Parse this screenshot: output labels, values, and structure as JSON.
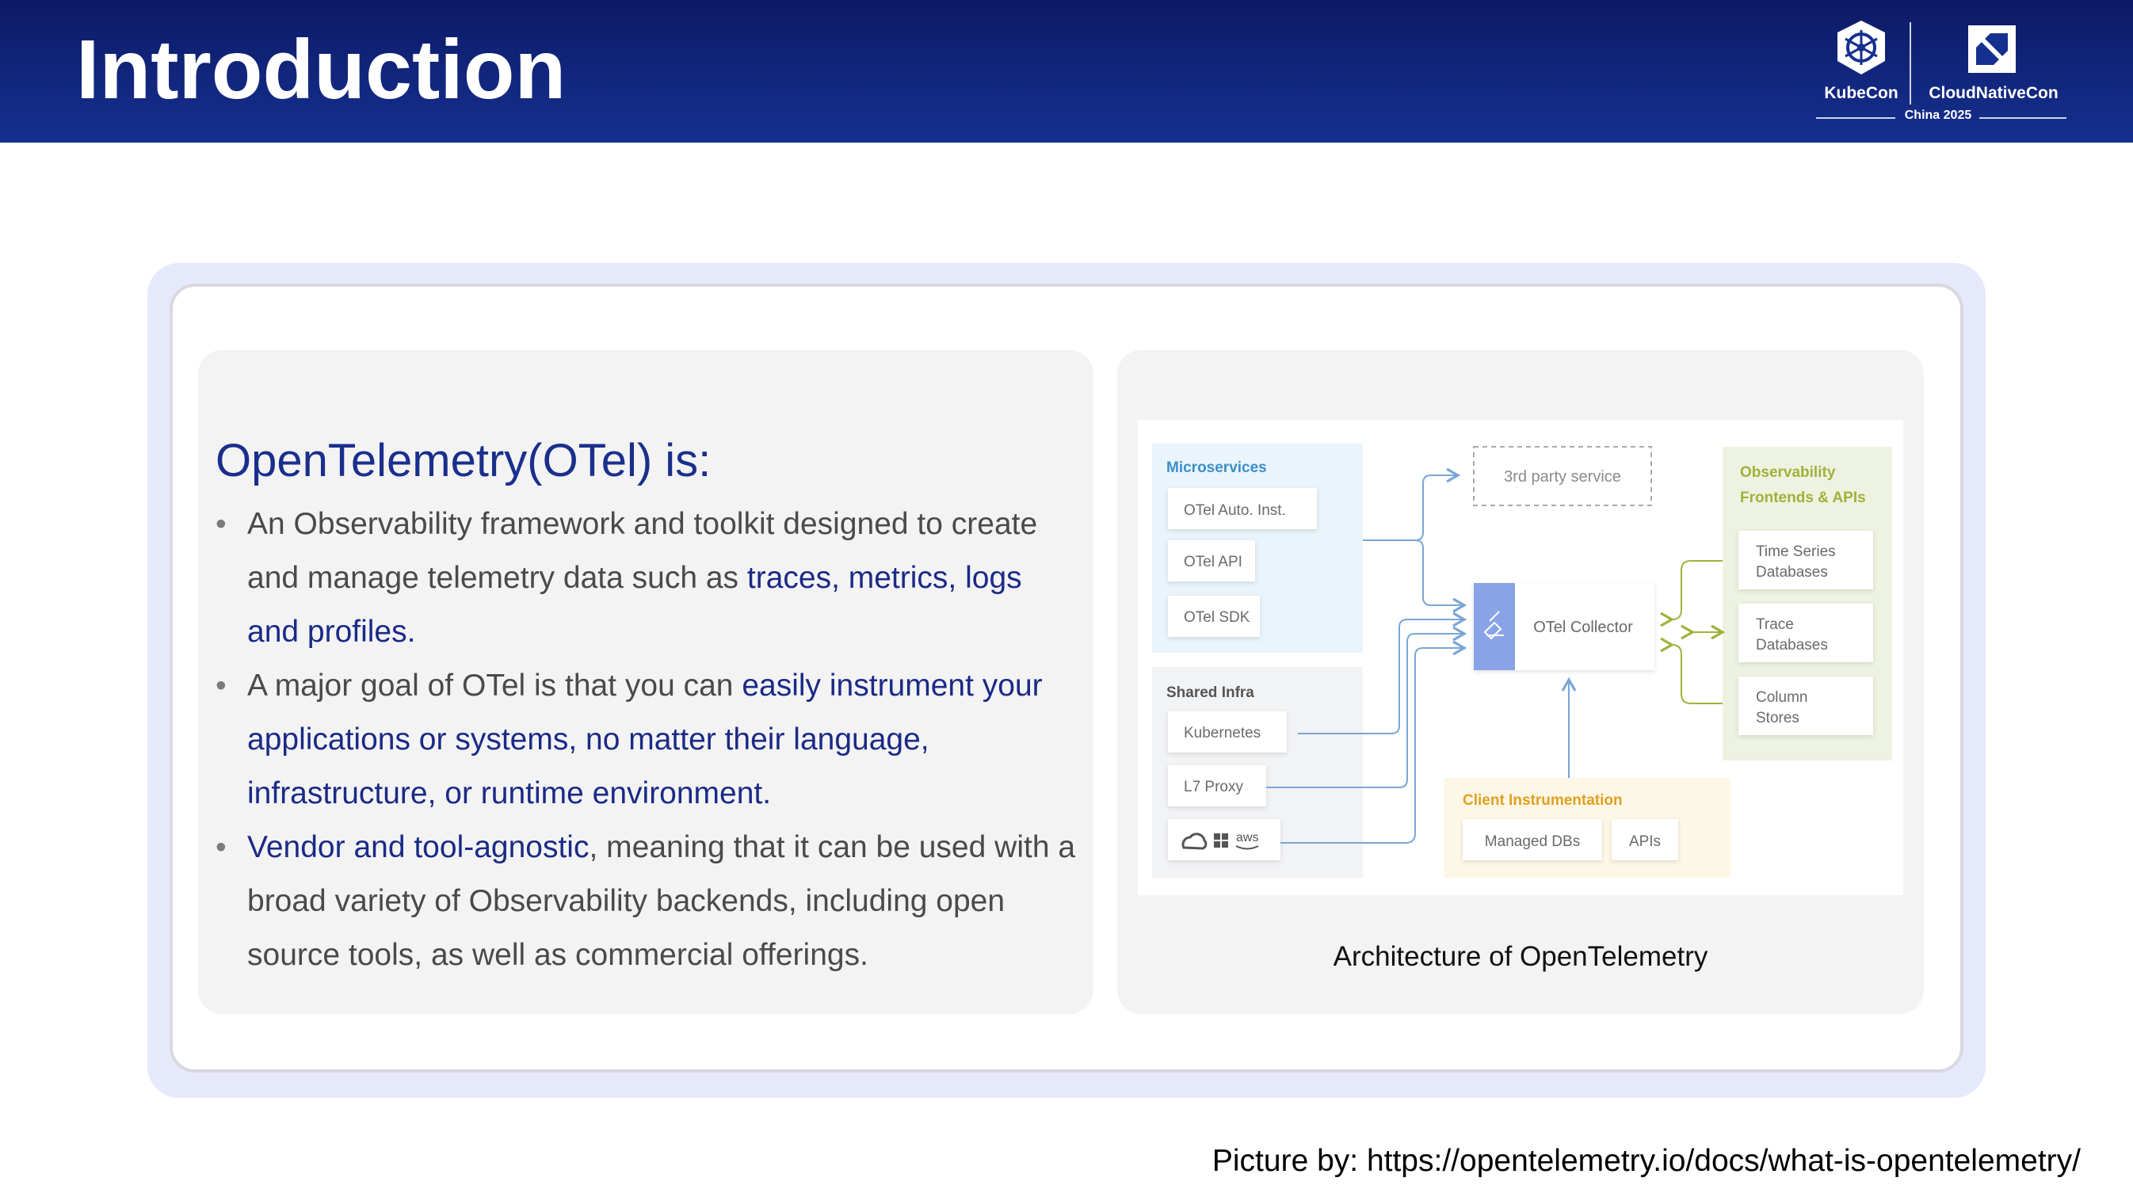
{
  "header": {
    "title": "Introduction",
    "logo": {
      "left": "KubeCon",
      "right": "CloudNativeCon",
      "year": "China 2025"
    }
  },
  "left": {
    "heading": "OpenTelemetry(OTel) is:",
    "bullet1": {
      "a": "An Observability framework and toolkit designed to create and manage telemetry data such as ",
      "b": "traces, metrics, logs and profiles",
      "c": "."
    },
    "bullet2": {
      "a": "A major goal of OTel is that you can ",
      "b": "easily instrument your applications or systems, no matter their language, infrastructure, or runtime environment",
      "c": "."
    },
    "bullet3": {
      "a": "Vendor and tool-agnostic",
      "b": ", meaning that it can be used with a broad variety of Observability backends, including open source tools, as well as commercial offerings."
    }
  },
  "diagram": {
    "microservices": {
      "title": "Microservices",
      "items": [
        "OTel Auto. Inst.",
        "OTel API",
        "OTel SDK"
      ]
    },
    "shared_infra": {
      "title": "Shared Infra",
      "items": [
        "Kubernetes",
        "L7 Proxy",
        "aws"
      ]
    },
    "third_party": "3rd party service",
    "collector": "OTel Collector",
    "client": {
      "title": "Client Instrumentation",
      "items": [
        "Managed DBs",
        "APIs"
      ]
    },
    "observability": {
      "title_line1": "Observability",
      "title_line2": "Frontends & APIs",
      "items": [
        {
          "line1": "Time Series",
          "line2": "Databases"
        },
        {
          "line1": "Trace",
          "line2": "Databases"
        },
        {
          "line1": "Column",
          "line2": "Stores"
        }
      ]
    },
    "colors": {
      "micro_bg": "#e9f4fb",
      "micro_title": "#3d8fc8",
      "infra_bg": "#f2f3f5",
      "infra_title": "#555555",
      "obs_bg": "#eef2e0",
      "obs_title": "#9fb23a",
      "client_bg": "#fdf7e6",
      "client_title": "#e0a020",
      "collector_accent": "#8aa3e6",
      "line_blue": "#7aa6d6",
      "line_green": "#9fb23a"
    }
  },
  "caption": "Architecture of OpenTelemetry",
  "credit": "Picture by: https://opentelemetry.io/docs/what-is-opentelemetry/"
}
